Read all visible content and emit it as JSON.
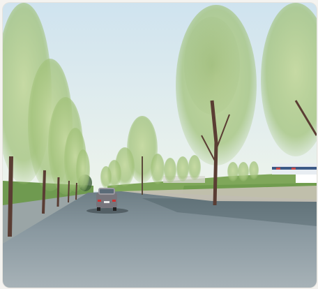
{
  "scene": {
    "colors": {
      "sky_top": "#cfe3ef",
      "sky_bottom": "#eef4ec",
      "grass": "#6c9a4d",
      "road": "#8c9aa3",
      "road_dark": "#5f6f78",
      "tree_foliage": "#a8c67d",
      "tree_trunk": "#5a3d33",
      "car": "#7a7880"
    },
    "elements": [
      "tree-row-left",
      "tree-row-right",
      "road",
      "car",
      "building-right",
      "grass-embankment"
    ]
  }
}
